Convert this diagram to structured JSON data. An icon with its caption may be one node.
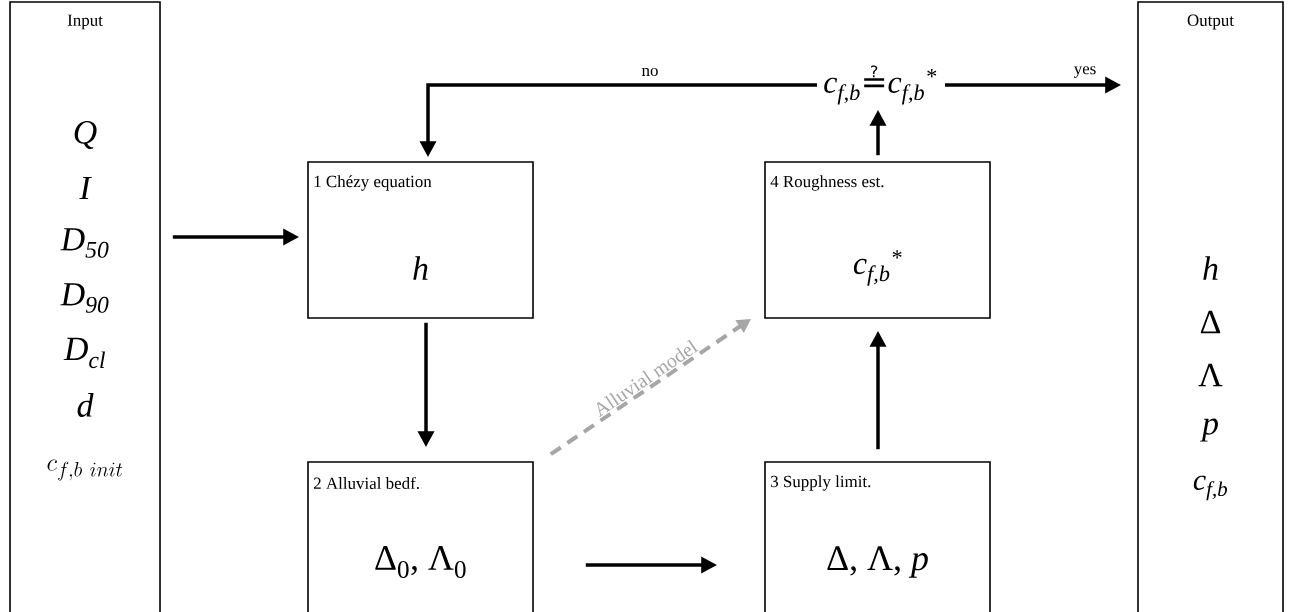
{
  "diagram": {
    "nodes": [
      {
        "text": [
          "Input",
          "Q",
          "I",
          "D$_{50}$",
          "D$_{90}$",
          "D$_{cl}$",
          "d",
          "c_{f,b\\ init}"
        ]
      },
      {
        "text": [
          "1 Chézy equation",
          "h"
        ]
      },
      {
        "text": [
          "2 Alluvial bedf.",
          "Δ$_{0}$, Λ$_{0}$"
        ]
      },
      {
        "text": [
          "3 Supply limit.",
          "Δ, Λ, *p*"
        ]
      },
      {
        "text": [
          "4 Roughness est.",
          "c$_{f,b}$$^{*}$"
        ]
      },
      {
        "text": [
          "c$_{f,b}$≟c$_{f,b}$$^{*}$"
        ]
      },
      {
        "text": [
          "Output",
          "h",
          "Δ",
          "Λ",
          "p",
          "c$_{f,b}$"
        ]
      }
    ],
    "edges": [
      {
        "from": 0,
        "to": 1,
        "arrow": "to"
      },
      {
        "from": 1,
        "to": 2,
        "arrow": "to"
      },
      {
        "from": 2,
        "to": 3,
        "arrow": "to"
      },
      {
        "from": 3,
        "to": 4,
        "arrow": "to"
      },
      {
        "from": 4,
        "to": 5,
        "arrow": "to"
      },
      {
        "from": 5,
        "to": 1,
        "arrow": "to",
        "label": "no"
      },
      {
        "from": 5,
        "to": 6,
        "arrow": "to",
        "label": "yes"
      },
      {
        "from": 2,
        "to": 4,
        "arrow": "to",
        "label": "Alluvial model",
        "style": "dashed",
        "color": "#a6a6a6"
      }
    ]
  }
}
